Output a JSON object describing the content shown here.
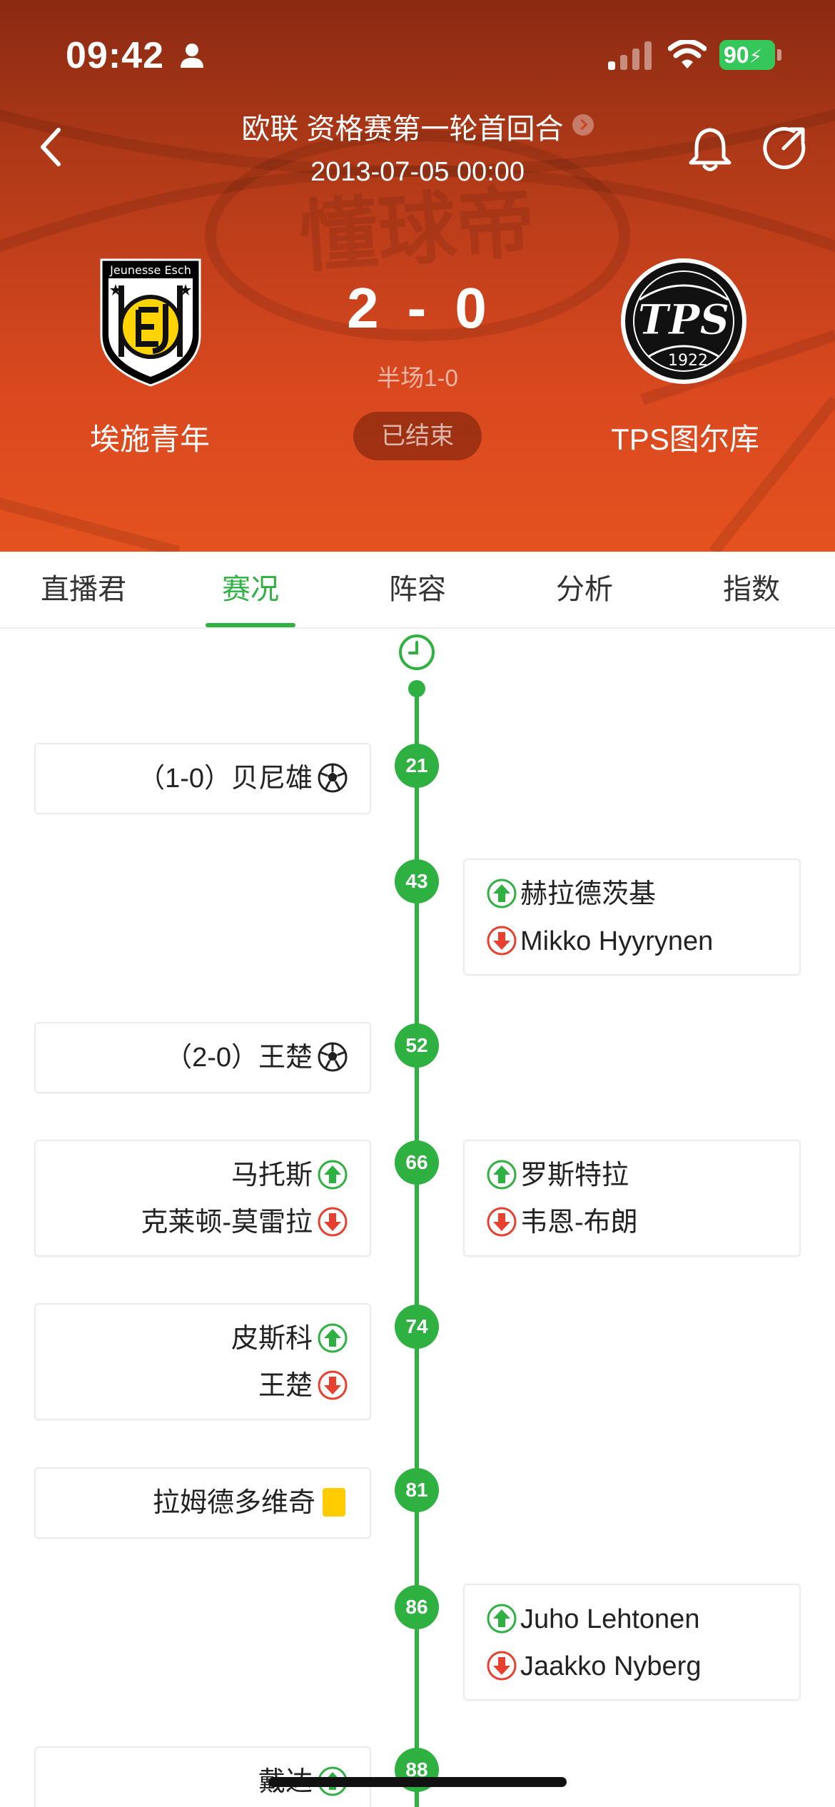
{
  "status_bar": {
    "time": "09:42",
    "battery": "90"
  },
  "header": {
    "league": "欧联 资格赛第一轮首回合",
    "date": "2013-07-05 00:00",
    "watermark": "懂球帝"
  },
  "match": {
    "home": {
      "name": "埃施青年",
      "logo_text": "Jeunesse Esch"
    },
    "away": {
      "name": "TPS图尔库",
      "logo_text": "TPS",
      "logo_year": "1922"
    },
    "home_score": "2",
    "separator": "-",
    "away_score": "0",
    "halftime": "半场1-0",
    "status": "已结束"
  },
  "tabs": [
    {
      "label": "直播君"
    },
    {
      "label": "赛况",
      "active": true
    },
    {
      "label": "阵容"
    },
    {
      "label": "分析"
    },
    {
      "label": "指数"
    }
  ],
  "events": [
    {
      "minute": "21",
      "side": "home",
      "type": "goal",
      "text": "（1-0）贝尼雄"
    },
    {
      "minute": "43",
      "side": "away",
      "type": "sub",
      "in": "赫拉德茨基",
      "out": "Mikko Hyyrynen"
    },
    {
      "minute": "52",
      "side": "home",
      "type": "goal",
      "text": "（2-0）王楚"
    },
    {
      "minute": "66",
      "side": "home",
      "type": "sub",
      "in": "马托斯",
      "out": "克莱顿-莫雷拉"
    },
    {
      "minute": "66",
      "side": "away",
      "type": "sub",
      "in": "罗斯特拉",
      "out": "韦恩-布朗"
    },
    {
      "minute": "74",
      "side": "home",
      "type": "sub",
      "in": "皮斯科",
      "out": "王楚"
    },
    {
      "minute": "81",
      "side": "home",
      "type": "yellow",
      "text": "拉姆德多维奇"
    },
    {
      "minute": "86",
      "side": "away",
      "type": "sub",
      "in": "Juho Lehtonen",
      "out": "Jaakko Nyberg"
    },
    {
      "minute": "88",
      "side": "home",
      "type": "sub",
      "in": "戴达"
    }
  ],
  "colors": {
    "accent": "#2fb142",
    "header": "#d9481f",
    "sub_in": "#2fb142",
    "sub_out": "#e8402f",
    "yellow_card": "#ffcc00"
  }
}
